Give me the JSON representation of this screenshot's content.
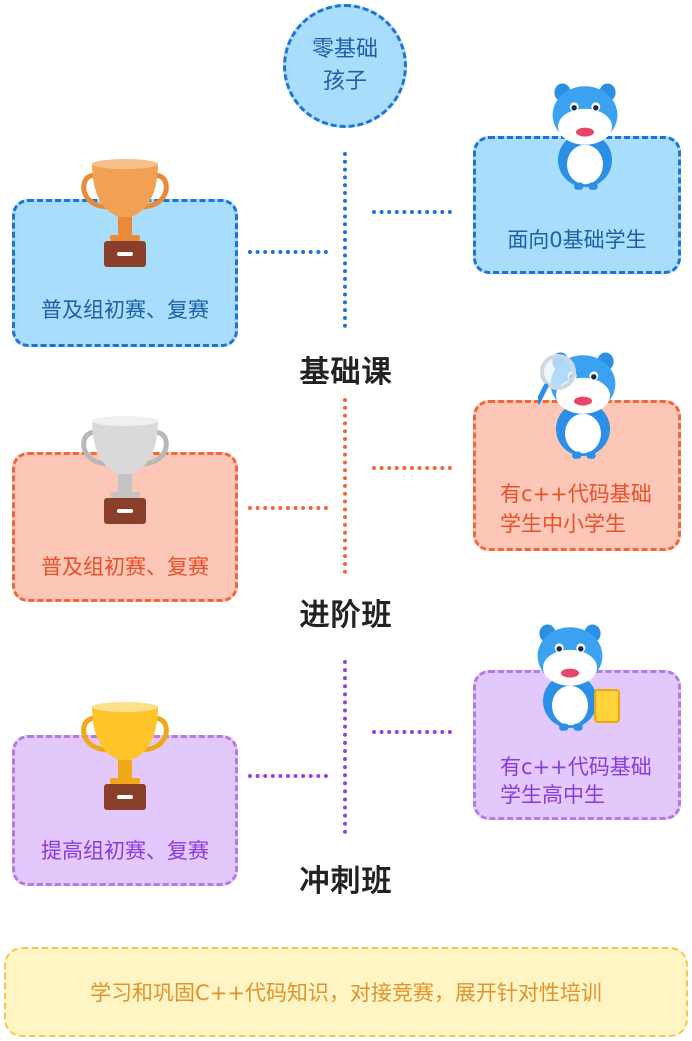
{
  "top_circle": {
    "line1": "零基础",
    "line2": "孩子"
  },
  "stages": [
    {
      "name": "基础课",
      "left_label": "普及组初赛、复赛",
      "right_lines": [
        "面向0基础学生"
      ],
      "trophy": "bronze-trophy-icon",
      "mascot": "hippo-waving-icon"
    },
    {
      "name": "进阶班",
      "left_label": "普及组初赛、复赛",
      "right_lines": [
        "有c++代码基础",
        "学生中小学生"
      ],
      "trophy": "silver-trophy-icon",
      "mascot": "hippo-magnifier-icon"
    },
    {
      "name": "冲刺班",
      "left_label": "提高组初赛、复赛",
      "right_lines": [
        "有c++代码基础",
        "学生高中生"
      ],
      "trophy": "gold-trophy-icon",
      "mascot": "hippo-book-icon"
    }
  ],
  "footer": {
    "text": "学习和巩固C++代码知识，对接竞赛，展开针对性培训"
  },
  "colors": {
    "blue": "#1e73d8",
    "blue_fill": "#a8ddfb",
    "orange": "#f0683a",
    "orange_fill": "#fcc7b6",
    "purple": "#9a3ee0",
    "purple_fill": "#e2c8fb",
    "yellow_fill": "#fff4c4"
  }
}
